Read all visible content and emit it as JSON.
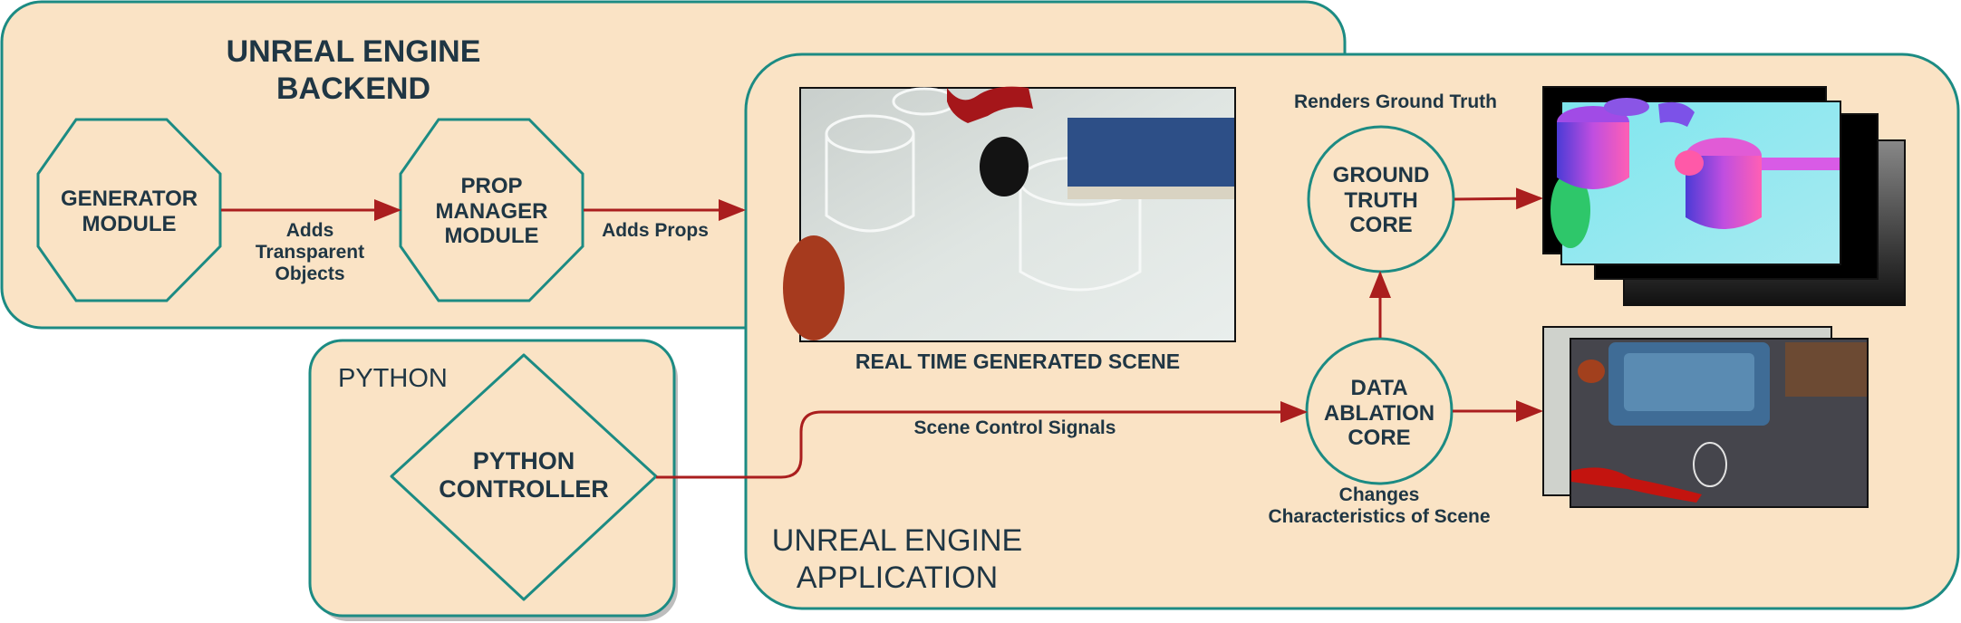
{
  "colors": {
    "panel_fill": "#fae3c5",
    "panel_stroke": "#1c8b83",
    "arrow": "#aa1e1e",
    "text": "#1f3644"
  },
  "groups": {
    "backend": "UNREAL ENGINE\nBACKEND",
    "python": "PYTHON",
    "application": "UNREAL ENGINE\nAPPLICATION"
  },
  "nodes": {
    "generator": "GENERATOR\nMODULE",
    "prop_manager": "PROP\nMANAGER\nMODULE",
    "python_controller": "PYTHON\nCONTROLLER",
    "ground_truth": "GROUND\nTRUTH\nCORE",
    "data_ablation": "DATA\nABLATION\nCORE"
  },
  "edges": {
    "adds_transparent": "Adds\nTransparent\nObjects",
    "adds_props": "Adds Props",
    "scene_control": "Scene Control Signals",
    "renders_gt": "Renders Ground Truth",
    "changes": "Changes\nCharacteristics of Scene"
  },
  "captions": {
    "scene": "REAL TIME GENERATED SCENE"
  },
  "images": {
    "scene": "photo-transparent-jars",
    "ground_truth_stack": "surface-normal-renders",
    "ablation_stack": "ablated-scene-photos"
  }
}
